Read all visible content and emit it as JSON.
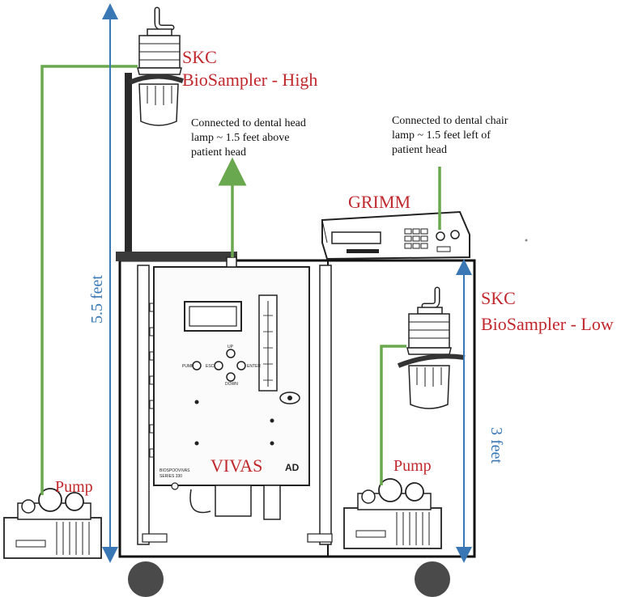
{
  "labels": {
    "skc_high_line1": "SKC",
    "skc_high_line2": "BioSampler - High",
    "skc_low_line1": "SKC",
    "skc_low_line2": "BioSampler - Low",
    "grimm": "GRIMM",
    "vivas": "VIVAS",
    "pump_left": "Pump",
    "pump_right": "Pump",
    "height_left": "5.5 feet",
    "height_right": "3 feet"
  },
  "notes": {
    "head_lamp": [
      "Connected to dental head",
      "lamp ~ 1.5 feet above",
      "patient head"
    ],
    "chair_lamp": [
      "Connected to dental chair",
      "lamp ~ 1.5 feet left of",
      "patient head"
    ]
  },
  "colors": {
    "label_red": "#c0282d",
    "dimension_blue": "#3a78b5",
    "tube_green": "#6aa84f",
    "frame_black": "#111111",
    "wheel_gray": "#4a4a4a"
  }
}
